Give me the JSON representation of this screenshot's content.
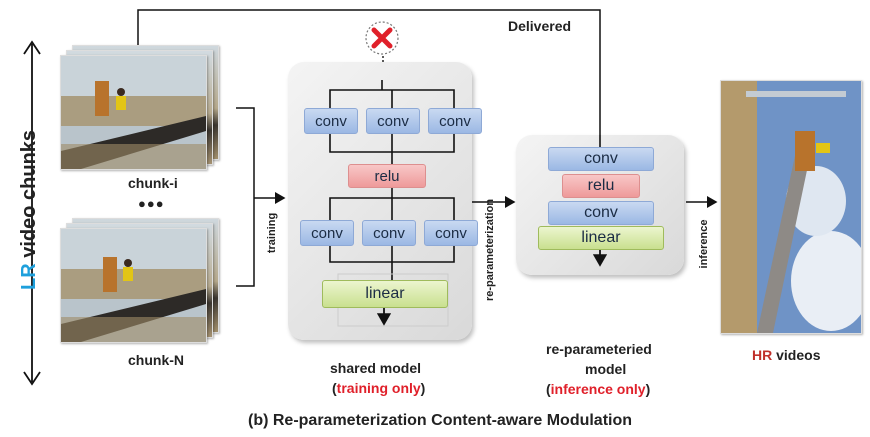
{
  "labels": {
    "delivered": "Delivered",
    "chunk_i": "chunk-i",
    "ellipsis": "●●●",
    "chunk_n": "chunk-N",
    "lr_prefix": "LR",
    "lr_rest": " video chunks",
    "training": "training",
    "reparameterization": "re-parameterization",
    "inference": "inference",
    "shared_model": "shared model",
    "training_only": "training only",
    "open_paren": "(",
    "close_paren": ")",
    "reparam_model_line1": "re-parameteried",
    "reparam_model_line2": "model",
    "inference_only": "inference only",
    "hr_prefix": "HR",
    "hr_rest": " videos",
    "caption": "(b) Re-parameterization Content-aware Modulation"
  },
  "shared_model": {
    "top_convs": [
      "conv",
      "conv",
      "conv"
    ],
    "relu": "relu",
    "bottom_convs": [
      "conv",
      "conv",
      "conv"
    ],
    "linear": "linear"
  },
  "reparam_model": {
    "layers": [
      "conv",
      "relu",
      "conv",
      "linear"
    ]
  },
  "colors": {
    "lr_accent": "#1ea0dc",
    "hr_accent": "#c0302a",
    "cross": "#e0202a"
  }
}
